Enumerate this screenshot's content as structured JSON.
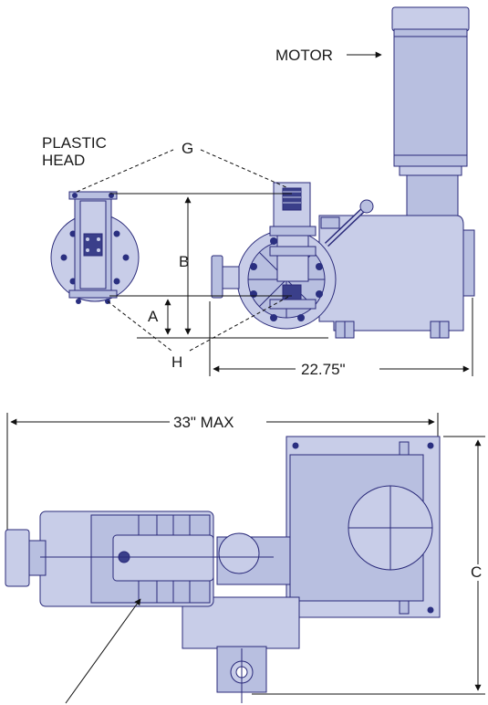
{
  "labels": {
    "motor": "MOTOR",
    "plastic_head_line1": "PLASTIC",
    "plastic_head_line2": "HEAD",
    "g": "G",
    "h": "H",
    "a": "A",
    "b": "B",
    "c": "C",
    "width_dim": "22.75\"",
    "max_length": "33\" MAX"
  }
}
